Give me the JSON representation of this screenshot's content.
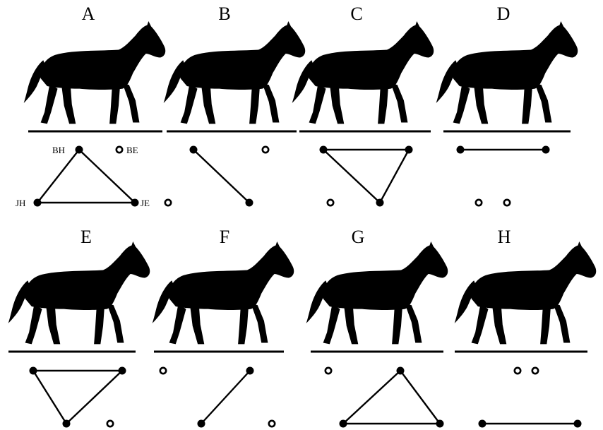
{
  "panels": [
    {
      "label": "A",
      "support": [
        "BH",
        "JH",
        "JE"
      ],
      "lifted": [
        "BE"
      ],
      "foot_labels": [
        "BH",
        "BE",
        "JH",
        "JE"
      ]
    },
    {
      "label": "B",
      "support": [
        "BH",
        "JE"
      ],
      "lifted": [
        "BE",
        "JH"
      ]
    },
    {
      "label": "C",
      "support": [
        "BH",
        "BE",
        "JE"
      ],
      "lifted": [
        "JH"
      ]
    },
    {
      "label": "D",
      "support": [
        "BH",
        "BE"
      ],
      "lifted": [
        "JH",
        "JE"
      ]
    },
    {
      "label": "E",
      "support": [
        "BH",
        "BE",
        "JH"
      ],
      "lifted": [
        "JE"
      ]
    },
    {
      "label": "F",
      "support": [
        "BE",
        "JH"
      ],
      "lifted": [
        "BH",
        "JE"
      ]
    },
    {
      "label": "G",
      "support": [
        "BE",
        "JH",
        "JE"
      ],
      "lifted": [
        "BH"
      ]
    },
    {
      "label": "H",
      "support": [
        "JH",
        "JE"
      ],
      "lifted": [
        "BH",
        "BE"
      ]
    }
  ],
  "colors": {
    "ink": "#000000",
    "background": "#ffffff"
  }
}
